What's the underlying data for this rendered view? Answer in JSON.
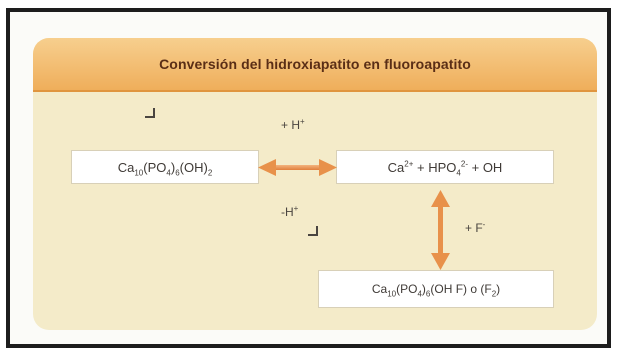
{
  "title": "Conversión del hidroxiapatito en fluoroapatito",
  "left_compound": {
    "a": "Ca",
    "a_sub": "10",
    "b": "(PO",
    "b_sub": "4",
    "c": ")",
    "c_sub": "6",
    "d": "(OH)",
    "d_sub": "2"
  },
  "right_ions": {
    "ca": "Ca",
    "ca_sup": "2+",
    "plus1": " + HPO",
    "hpo_sub": "4",
    "hpo_sup": "2-",
    "plus2": " + OH"
  },
  "bottom_compound": {
    "a": "Ca",
    "a_sub": "10",
    "b": "(PO",
    "b_sub": "4",
    "c": ")",
    "c_sub": "6",
    "d": "(OH F) o (F",
    "d_sub": "2",
    "e": ")"
  },
  "labels": {
    "plus_h": "+ H",
    "plus_h_sup": "+",
    "minus_h": "-H",
    "minus_h_sup": "+",
    "plus_f": "+ F",
    "plus_f_sup": "-"
  },
  "colors": {
    "arrow": "#e8914a",
    "header": "#efae5b",
    "panel": "#f4ebc9"
  }
}
